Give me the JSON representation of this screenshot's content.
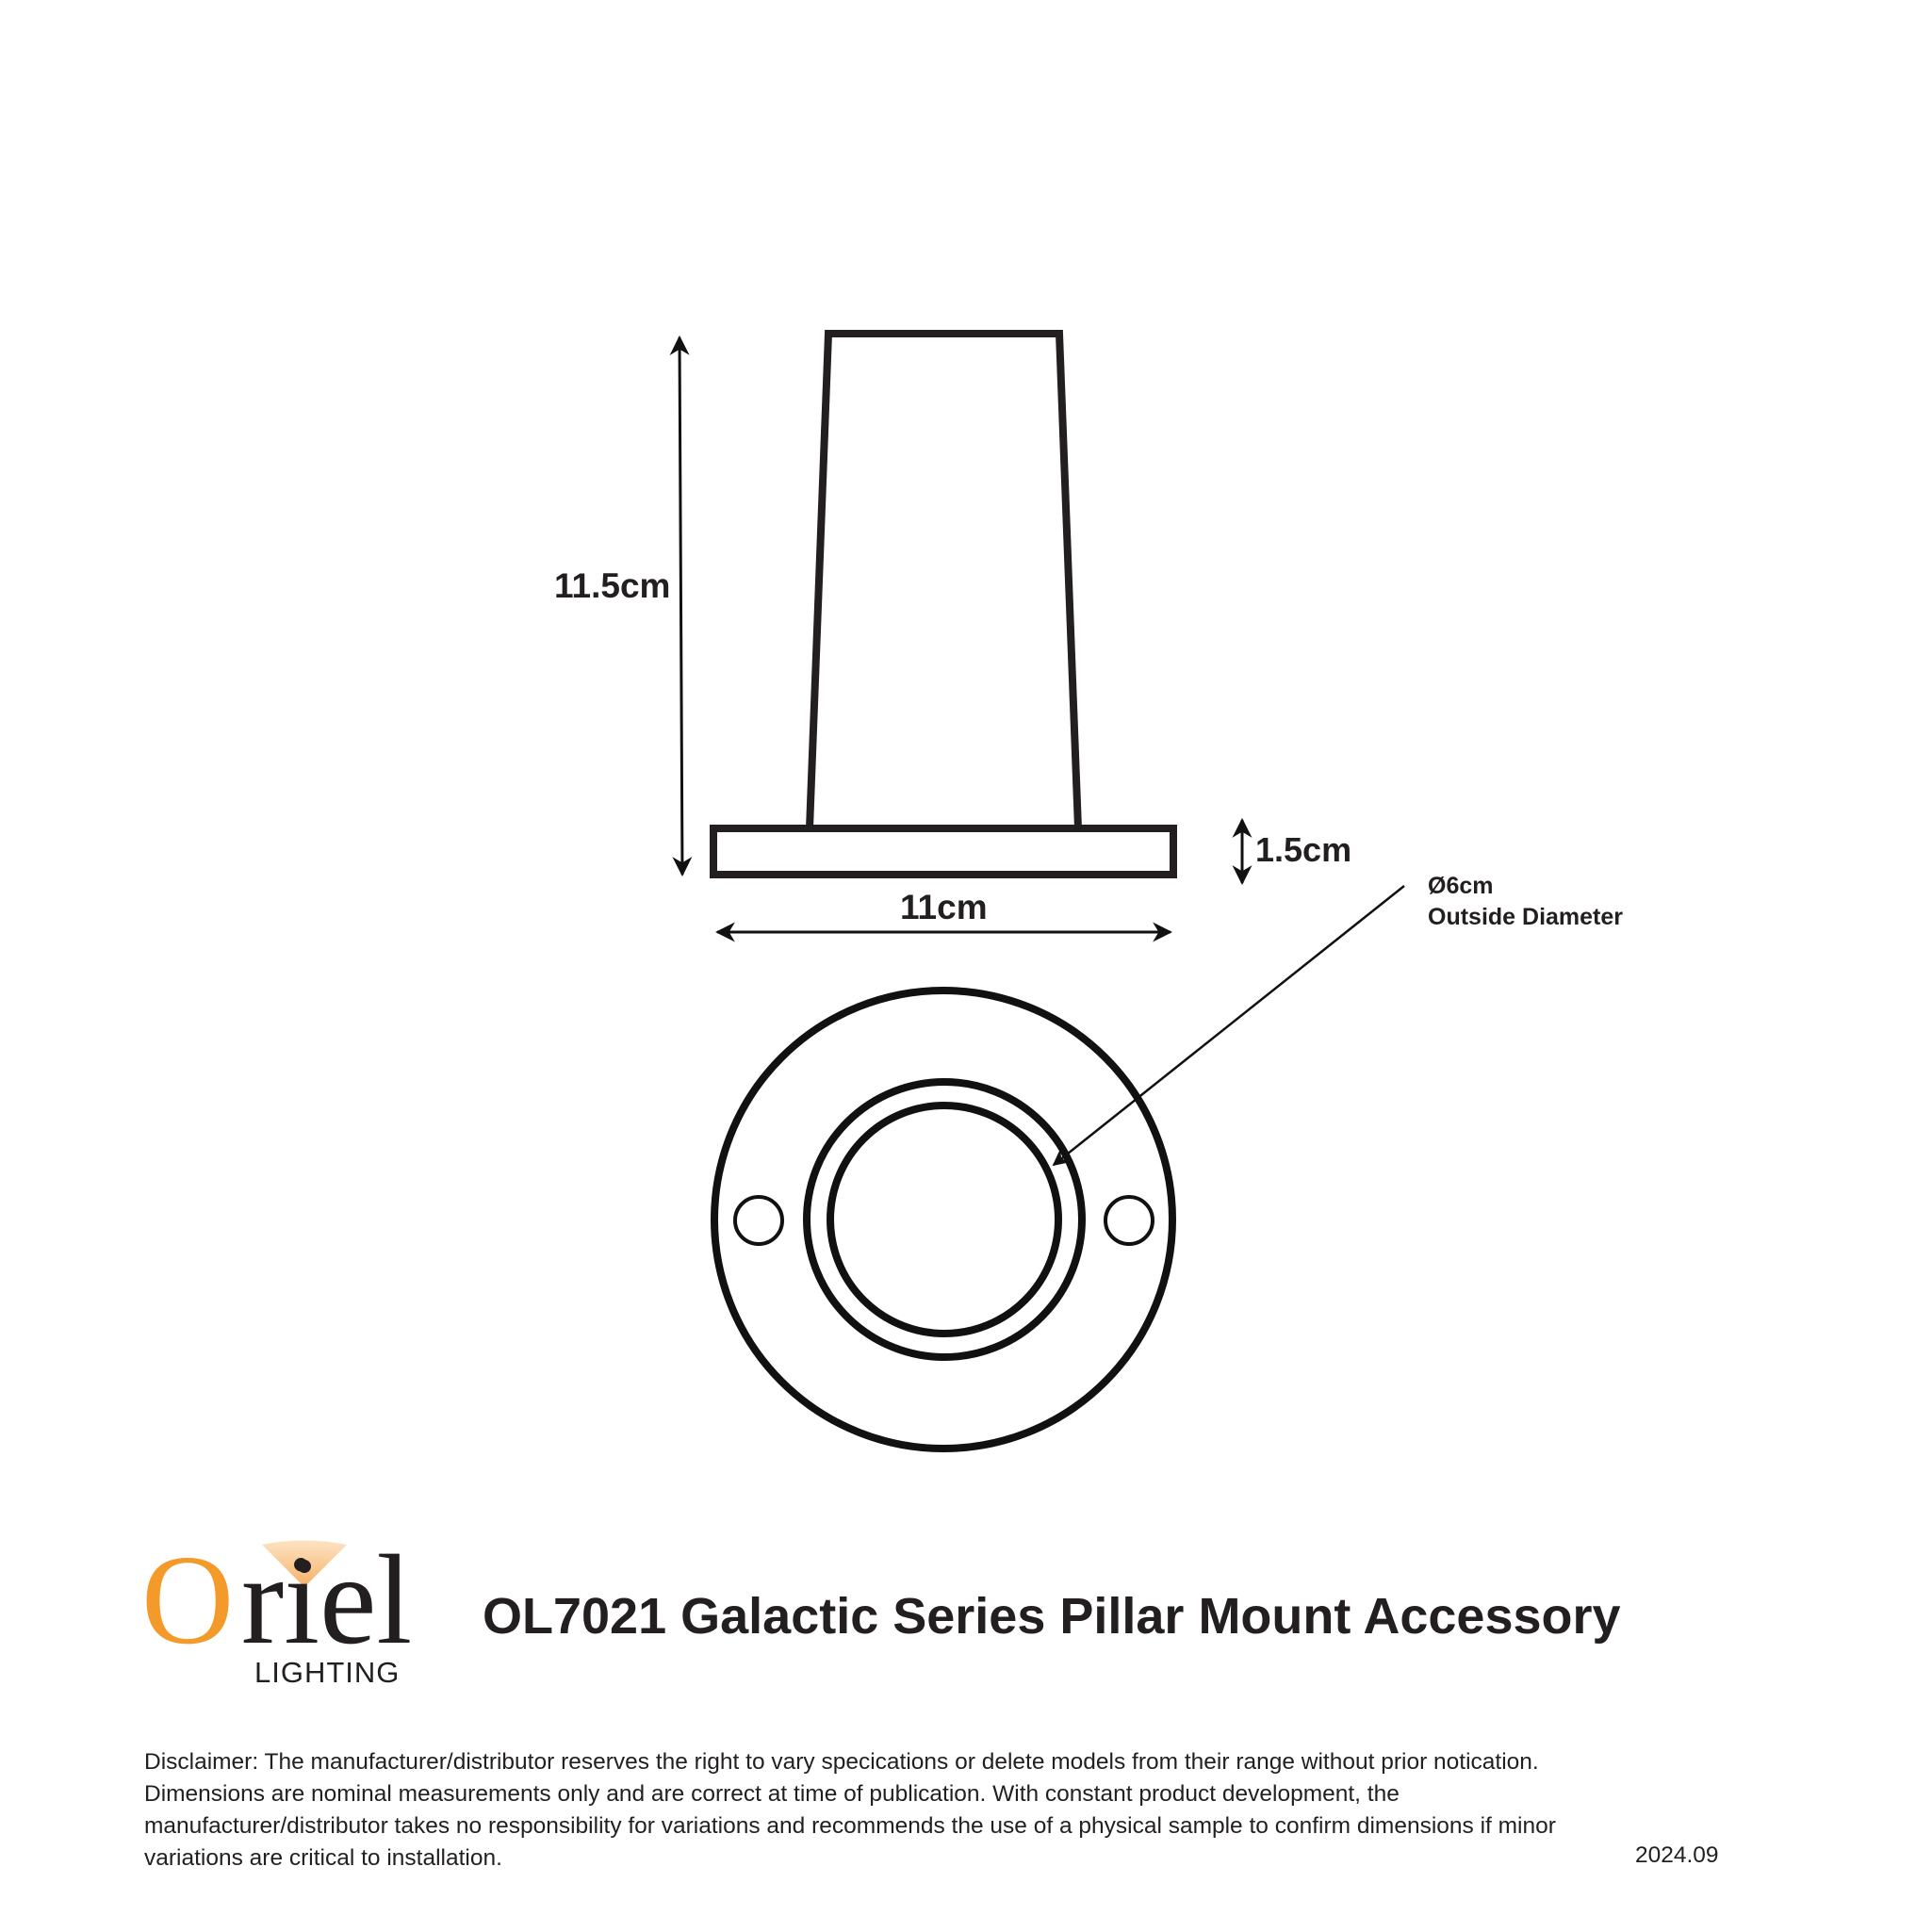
{
  "product": {
    "title": "OL7021 Galactic Series Pillar Mount Accessory"
  },
  "brand": {
    "logo_initial": "O",
    "logo_rest": "riel",
    "logo_subtitle": "LIGHTING",
    "accent_color": "#f39a2b",
    "text_color": "#231f20"
  },
  "dimensions": {
    "height_label": "11.5cm",
    "base_height_label": "1.5cm",
    "width_label": "11cm",
    "diameter_label": "Ø6cm",
    "diameter_caption": "Outside Diameter"
  },
  "disclaimer": {
    "lines": [
      "Disclaimer: The manufacturer/distributor reserves the right to vary specications or delete models from their range without prior notication.",
      "Dimensions are nominal measurements only and are correct at time of publication. With constant product development, the",
      "manufacturer/distributor takes no responsibility for variations and recommends the use of a physical sample to confirm dimensions if minor",
      "variations are critical to installation."
    ],
    "date": "2024.09"
  }
}
